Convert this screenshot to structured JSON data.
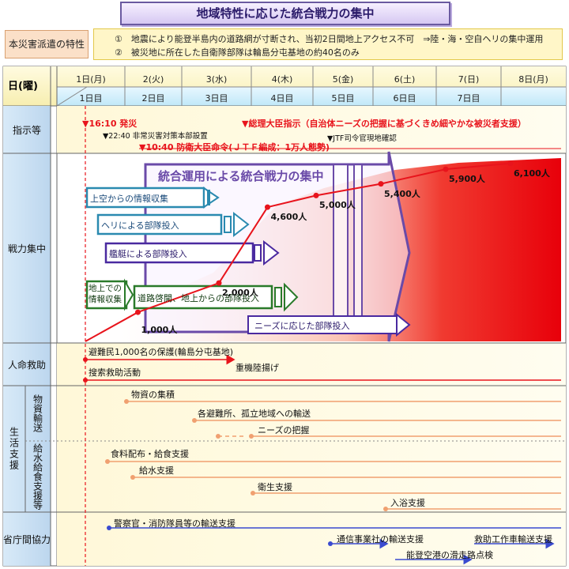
{
  "title": "地域特性に応じた統合戦力の集中",
  "features": {
    "label": "本災害派遣の特性",
    "item1": "①　地震により能登半島内の道路網が寸断され、当初2日間地上アクセス不可　⇒陸・海・空自ヘリの集中運用",
    "item2": "②　被災地に所在した自衛隊部隊は輪島分屯基地の約40名のみ"
  },
  "header": {
    "corner": "日(曜)",
    "dates": [
      "1日(月)",
      "2(火)",
      "3(水)",
      "4(木)",
      "5(金)",
      "6(土)",
      "7(日)",
      "8日(月)"
    ],
    "days": [
      "1日目",
      "2日目",
      "3日目",
      "4日目",
      "5日目",
      "6日目",
      "7日目"
    ]
  },
  "rows": {
    "instructions": "指示等",
    "force": "戦力集中",
    "rescue": "人命救助",
    "life": "生活支援",
    "goods": "物資輸送",
    "water": "給水給食支援等",
    "ministry": "省庁間協力"
  },
  "instructions": {
    "i1": "▼16:10 発災",
    "i2": "▼22:40 非常災害対策本部設置",
    "i3": "▼10:40 防衛大臣命令(ＪＴＦ編成：1万人態勢)",
    "i4": "▼総理大臣指示（自治体ニーズの把握に基づくきめ細やかな被災者支援）",
    "i5": "▼JTF司令官現地確認"
  },
  "force": {
    "main": "統合運用による統合戦力の集中",
    "aerial": "上空からの情報収集",
    "heli": "ヘリによる部隊投入",
    "ship": "艦艇による部隊投入",
    "ground_info": "地上での情報収集",
    "road": "道路啓開、地上からの部隊投入",
    "needs": "ニーズに応じた部隊投入",
    "points": [
      {
        "label": "1,000人",
        "day": 1.25,
        "value": 1000
      },
      {
        "label": "2,000人",
        "day": 2.5,
        "value": 2000
      },
      {
        "label": "4,600人",
        "day": 3.25,
        "value": 4600
      },
      {
        "label": "5,000人",
        "day": 4.0,
        "value": 5000
      },
      {
        "label": "5,400人",
        "day": 5.0,
        "value": 5400
      },
      {
        "label": "5,900人",
        "day": 6.0,
        "value": 5900
      },
      {
        "label": "6,100人",
        "day": 7.0,
        "value": 6100
      }
    ]
  },
  "tasks": {
    "rescue1": "避難民1,000名の保護(輪島分屯基地)",
    "rescue2": "搜索救助活動",
    "rescue3": "重機陸揚げ",
    "goods1": "物資の集積",
    "goods2": "各避難所、孤立地域への輸送",
    "goods3": "ニーズの把握",
    "water1": "食料配布・給食支援",
    "water2": "給水支援",
    "water3": "衛生支援",
    "water4": "入浴支援",
    "min1": "警察官・消防隊員等の輸送支援",
    "min2": "通信事業社の輸送支援",
    "min3": "能登空港の滑走路点検",
    "min4": "救助工作車輸送支援"
  },
  "colors": {
    "red": "#e8141c",
    "orange": "#f0a070",
    "blue": "#3a4bd0",
    "purple": "#6a4aa8"
  }
}
